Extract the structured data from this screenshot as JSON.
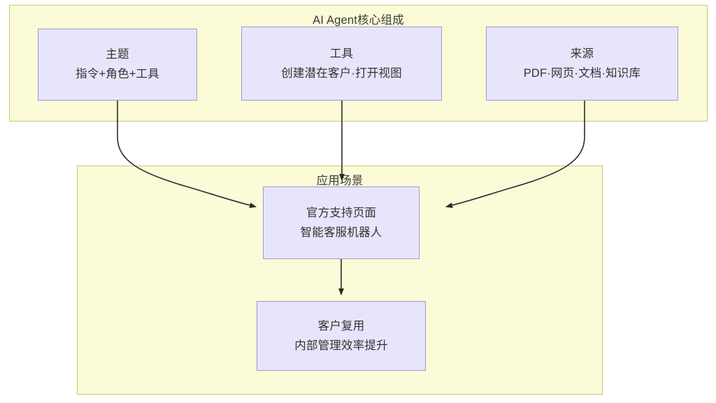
{
  "diagram": {
    "title_core": "AI Agent核心组成",
    "title_apps": "应用场景",
    "groups": [
      {
        "id": "core",
        "label": "AI Agent核心组成",
        "fill": "#fcfbd8",
        "stroke": "#c7ca6b"
      },
      {
        "id": "apps",
        "label": "应用场景",
        "fill": "#fcfbd8",
        "stroke": "#c7ca6b"
      }
    ],
    "nodes": [
      {
        "id": "topic",
        "primary": "主题",
        "secondary": "指令+角色+工具",
        "fill": "#e7e5fb",
        "stroke": "#9e9acb"
      },
      {
        "id": "tools",
        "primary": "工具",
        "secondary": "创建潜在客户·打开视图",
        "fill": "#e7e5fb",
        "stroke": "#9e9acb"
      },
      {
        "id": "source",
        "primary": "来源",
        "secondary": "PDF·网页·文档·知识库",
        "fill": "#e7e5fb",
        "stroke": "#9e9acb"
      },
      {
        "id": "scenario",
        "primary": "官方支持页面",
        "secondary": "智能客服机器人",
        "fill": "#e7e5fb",
        "stroke": "#9e9acb"
      },
      {
        "id": "outcome",
        "primary": "客户复用",
        "secondary": "内部管理效率提升",
        "fill": "#e7e5fb",
        "stroke": "#9e9acb"
      }
    ],
    "edges": [
      {
        "id": "topic-to-scenario",
        "from": "topic",
        "to": "scenario",
        "style": "curved",
        "color": "#2b2b2b"
      },
      {
        "id": "tools-to-scenario",
        "from": "tools",
        "to": "scenario",
        "style": "straight",
        "color": "#2b2b2b"
      },
      {
        "id": "source-to-scenario",
        "from": "source",
        "to": "scenario",
        "style": "curved",
        "color": "#2b2b2b"
      },
      {
        "id": "scenario-to-outcome",
        "from": "scenario",
        "to": "outcome",
        "style": "straight",
        "color": "#2b2b2b"
      }
    ]
  }
}
